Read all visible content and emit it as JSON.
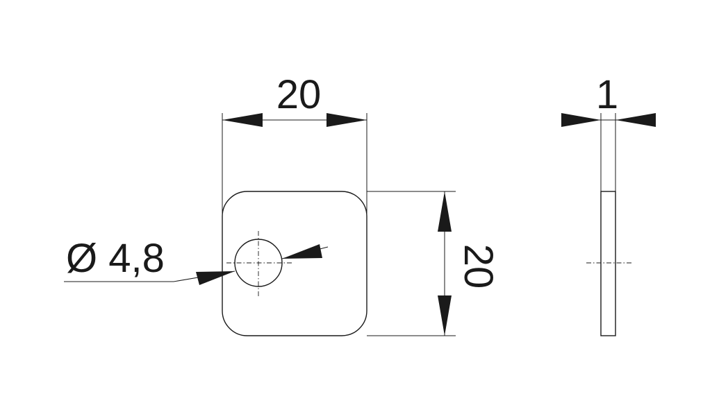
{
  "drawing": {
    "top_width_dim": "20",
    "right_height_dim": "20",
    "hole_diameter_dim": "Ø 4,8",
    "thickness_dim": "1"
  },
  "colors": {
    "line": "#1a1a1a",
    "background": "#ffffff"
  }
}
